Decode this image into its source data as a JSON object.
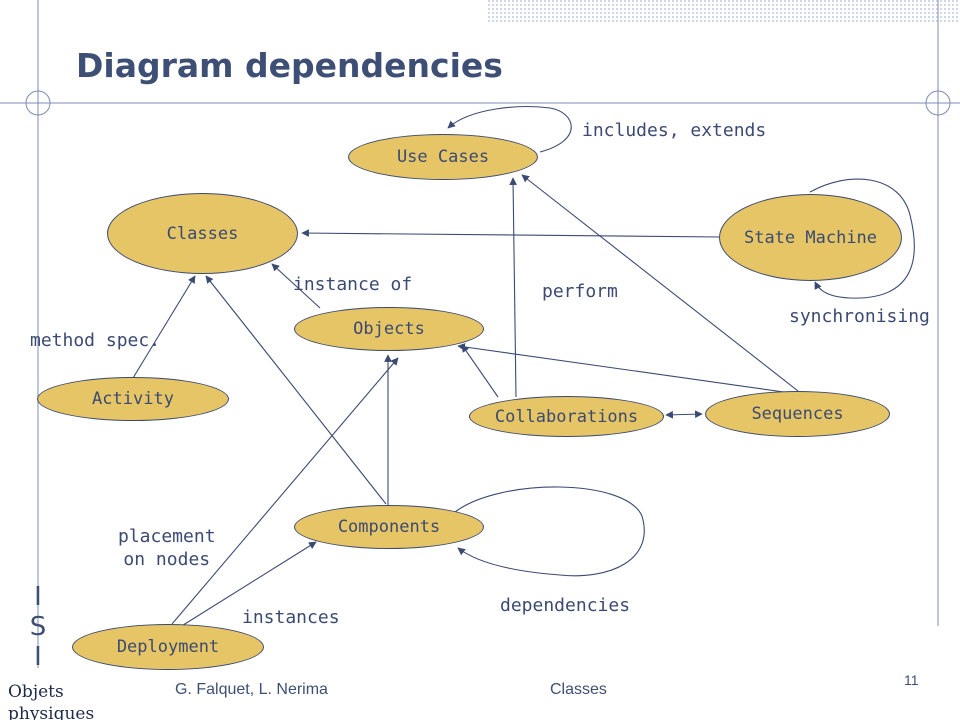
{
  "slide": {
    "title": "Diagram dependencies",
    "side_letters": [
      "I",
      "S",
      "I"
    ],
    "footer": {
      "course_lines": [
        "Objets",
        "physiques"
      ],
      "authors": "G. Falquet, L. Nerima",
      "topic": "Classes",
      "page_number": "11"
    }
  },
  "diagram": {
    "nodes": {
      "use_cases": "Use Cases",
      "classes": "Classes",
      "state_machine": "State Machine",
      "objects": "Objects",
      "activity": "Activity",
      "collaborations": "Collaborations",
      "sequences": "Sequences",
      "components": "Components",
      "deployment": "Deployment"
    },
    "edge_labels": {
      "includes_extends": "includes, extends",
      "instance_of": "instance of",
      "perform": "perform",
      "synchronising": "synchronising",
      "method_spec": "method spec.",
      "placement_line1": "placement",
      "placement_line2": "on nodes",
      "instances": "instances",
      "dependencies": "dependencies"
    }
  },
  "colors": {
    "node_fill": "#e6c566",
    "outline": "#3b4a72",
    "title": "#3e4f76",
    "frame_accent": "#dfe5f1"
  }
}
